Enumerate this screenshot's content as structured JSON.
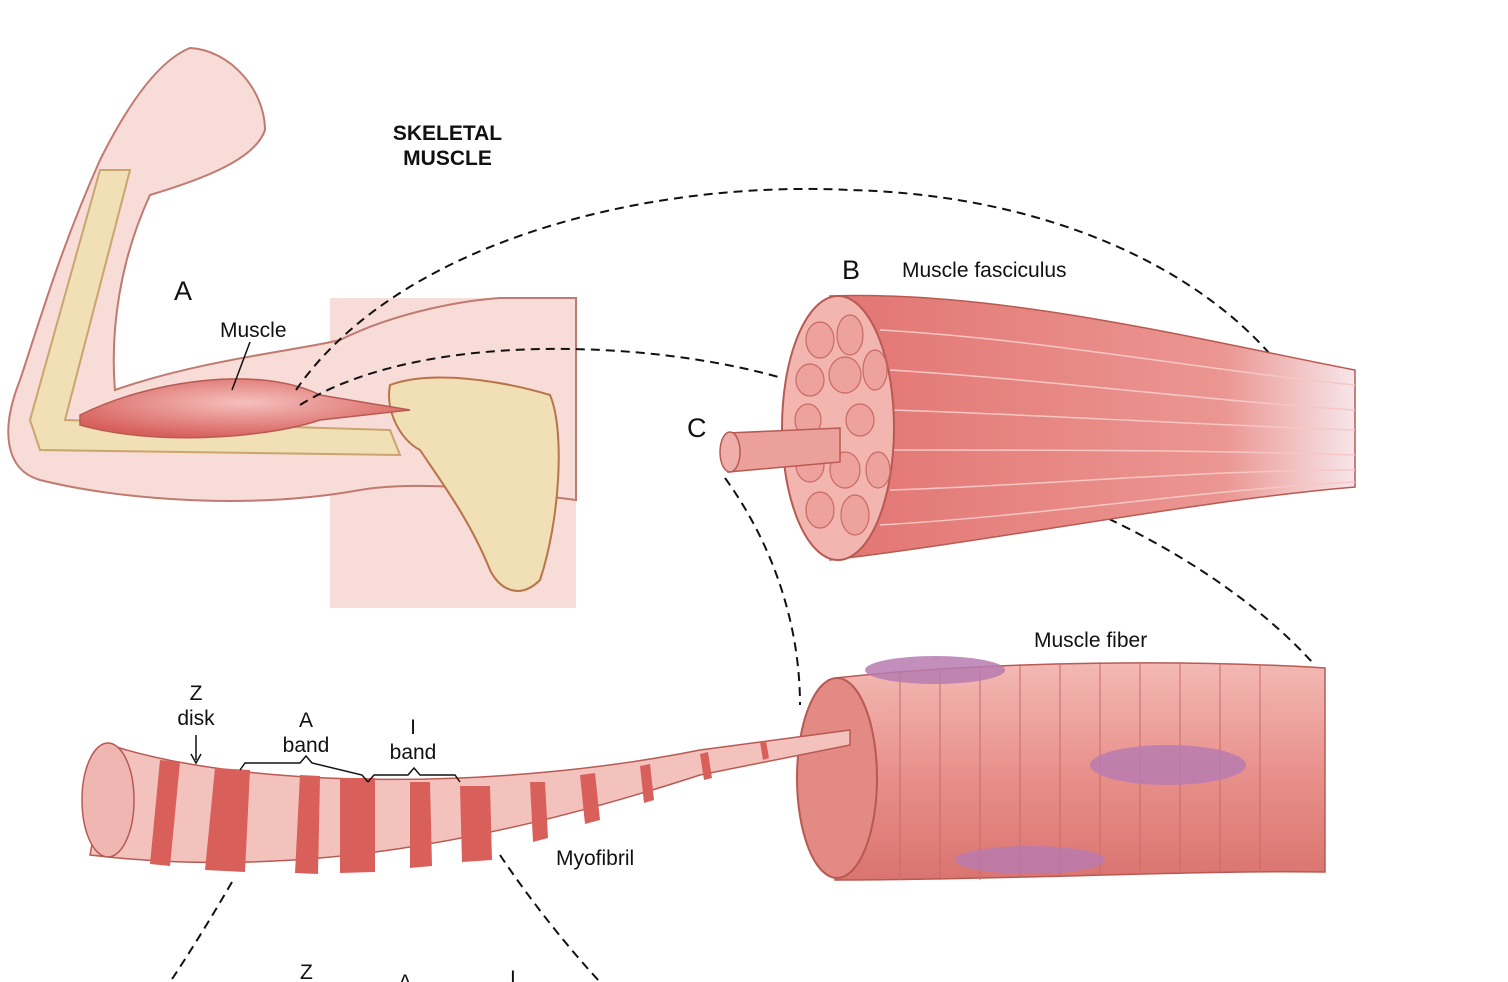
{
  "title_line1": "SKELETAL",
  "title_line2": "MUSCLE",
  "labels": {
    "a": "A",
    "b": "B",
    "c": "C",
    "muscle": "Muscle",
    "muscle_fasciculus": "Muscle fasciculus",
    "muscle_fiber": "Muscle fiber",
    "myofibril": "Myofibril",
    "z_disk_1": "Z",
    "z_disk_2": "disk",
    "a_band_1": "A",
    "a_band_2": "band",
    "i_band_1": "I",
    "i_band_2": "band",
    "bottom_z": "Z",
    "bottom_a": "A",
    "bottom_i": "I"
  },
  "colors": {
    "muscle": "#e57d7a",
    "skin": "#f8dcd8",
    "bone": "#f1dfb5",
    "outline": "#b85a52",
    "nucleus": "#b77bb0"
  }
}
